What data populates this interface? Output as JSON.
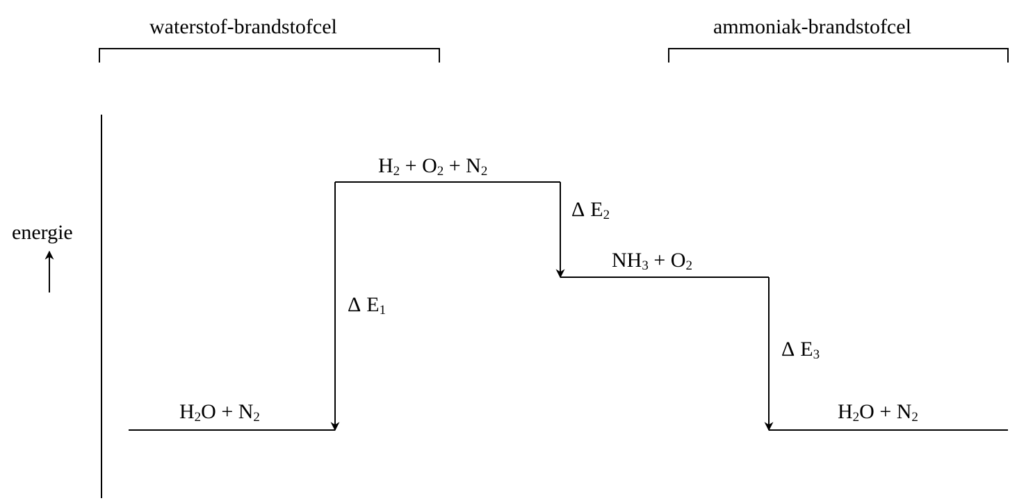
{
  "header": {
    "left_group": "waterstof-brandstofcel",
    "right_group": "ammoniak-brandstofcel"
  },
  "axis": {
    "label": "energie"
  },
  "levels": {
    "top": {
      "parts": [
        "H",
        "2",
        " + O",
        "2",
        " + N",
        "2"
      ]
    },
    "middle": {
      "parts": [
        "NH",
        "3",
        " + O",
        "2"
      ]
    },
    "bottom_left": {
      "parts": [
        "H",
        "2",
        "O + N",
        "2"
      ]
    },
    "bottom_right": {
      "parts": [
        "H",
        "2",
        "O + N",
        "2"
      ]
    }
  },
  "transitions": {
    "e1": {
      "symbol": "Δ",
      "letter": "E",
      "index": "1"
    },
    "e2": {
      "symbol": "Δ",
      "letter": "E",
      "index": "2"
    },
    "e3": {
      "symbol": "Δ",
      "letter": "E",
      "index": "3"
    }
  },
  "colors": {
    "ink": "#000000",
    "background": "#ffffff"
  }
}
